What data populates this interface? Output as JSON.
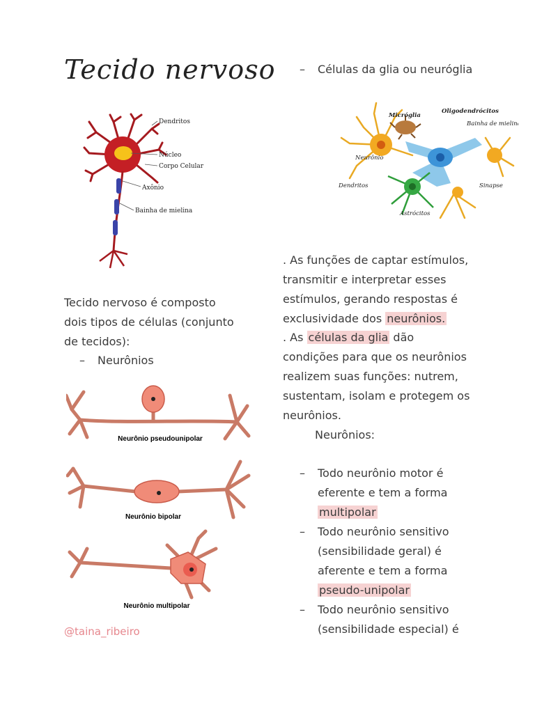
{
  "title": "Tecido nervoso",
  "neuron_diagram": {
    "labels": [
      "Dendritos",
      "Núcleo",
      "Corpo Celular",
      "Axônio",
      "Bainha de mielina"
    ]
  },
  "glia_heading": "Células da glia ou neuróglia",
  "glia_diagram": {
    "labels": [
      "Micróglia",
      "Oligodendrócitos",
      "Bainha de mielina",
      "Neurônio",
      "Dendritos",
      "Sinapse",
      "Astrócitos"
    ]
  },
  "intro": {
    "text": "Tecido nervoso é composto dois tipos de células (conjunto de tecidos):",
    "list_item": "Neurônios"
  },
  "neuron_types": [
    "Neurônio pseudounipolar",
    "Neurônio bipolar",
    "Neurônio multipolar"
  ],
  "functions": {
    "p1_before": ". As funções de captar estímulos, transmitir e interpretar esses estímulos, gerando respostas é exclusividade dos ",
    "p1_highlight": "neurônios.",
    "p2_before": ". As ",
    "p2_highlight": "células da glia",
    "p2_after": " dão condições para que os neurônios realizem suas funções: nutrem, sustentam, isolam e protegem os neurônios."
  },
  "neuronios_heading": "Neurônios:",
  "bullets": [
    {
      "before": "Todo neurônio motor é eferente e tem a forma ",
      "highlight": "multipolar"
    },
    {
      "before": "Todo neurônio sensitivo (sensibilidade geral) é aferente e tem a forma ",
      "highlight": "pseudo-unipolar"
    },
    {
      "before": "Todo neurônio sensitivo (sensibilidade especial) é",
      "highlight": ""
    }
  ],
  "credit": "@taina_ribeiro",
  "colors": {
    "highlight": "#f6d2d2",
    "neuron_red": "#b3161c",
    "neuron_salmon": "#f08b78",
    "credit": "#e6868d"
  }
}
